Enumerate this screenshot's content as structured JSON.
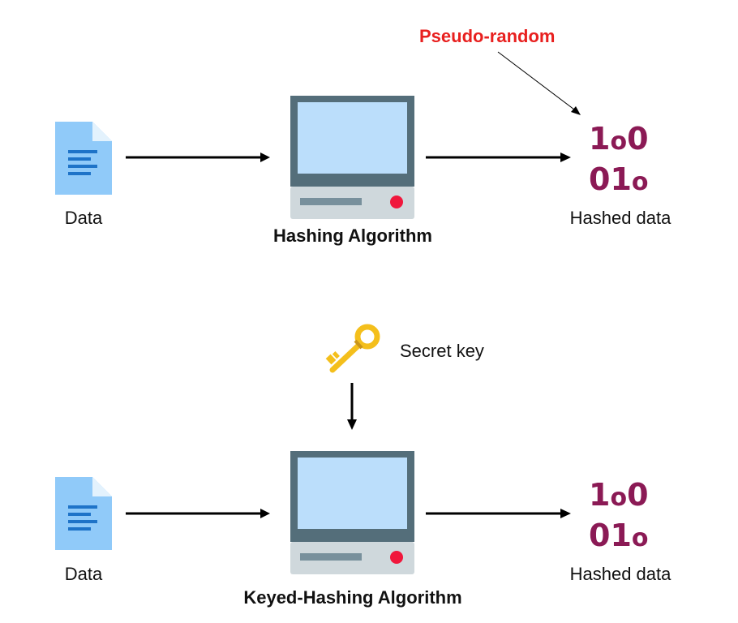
{
  "diagram": {
    "top_row": {
      "input_label": "Data",
      "algorithm_label": "Hashing Algorithm",
      "output_label": "Hashed data",
      "output_bits": [
        [
          {
            "c": "1",
            "s": false
          },
          {
            "c": "o",
            "s": true
          },
          {
            "c": "0",
            "s": false
          }
        ],
        [
          {
            "c": "0",
            "s": false
          },
          {
            "c": "1",
            "s": false
          },
          {
            "c": "o",
            "s": true
          }
        ]
      ],
      "annotation": "Pseudo-random"
    },
    "bottom_row": {
      "input_label": "Data",
      "key_label": "Secret key",
      "algorithm_label": "Keyed-Hashing Algorithm",
      "output_label": "Hashed data",
      "output_bits": [
        [
          {
            "c": "1",
            "s": false
          },
          {
            "c": "o",
            "s": true
          },
          {
            "c": "0",
            "s": false
          }
        ],
        [
          {
            "c": "0",
            "s": false
          },
          {
            "c": "1",
            "s": false
          },
          {
            "c": "o",
            "s": true
          }
        ]
      ]
    },
    "colors": {
      "document": "#90caf9",
      "document_fold": "#e3f2fd",
      "document_lines": "#1e73c8",
      "monitor_frame": "#546e7a",
      "monitor_screen": "#bbdefb",
      "monitor_base": "#cfd8dc",
      "monitor_slot": "#78909c",
      "monitor_led": "#f0173c",
      "hash_text": "#8b1a55",
      "annotation": "#e8201f",
      "key": "#f4bf1c",
      "arrow": "#000000"
    }
  }
}
